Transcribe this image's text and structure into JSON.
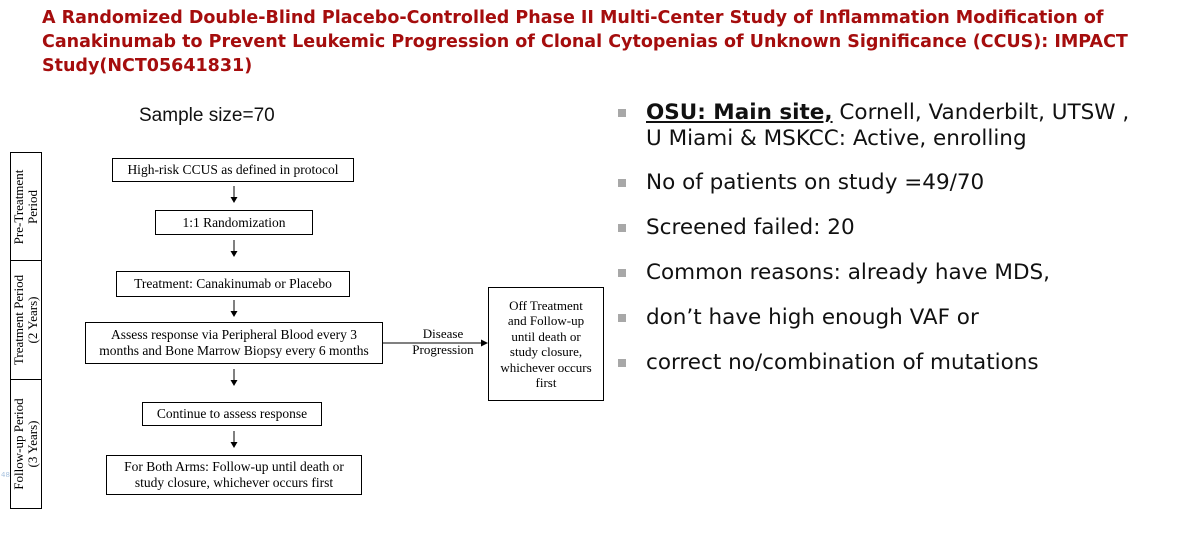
{
  "title": {
    "line1": "A Randomized Double-Blind Placebo-Controlled Phase II Multi-Center Study of Inflammation Modification of",
    "line2": "Canakinumab to Prevent Leukemic Progression of Clonal Cytopenias of Unknown Significance (CCUS): IMPACT",
    "line3": "Study(NCT05641831)",
    "color": "#a50d0d"
  },
  "diagram": {
    "sample_size": "Sample size=70",
    "phases": {
      "pre_treatment": [
        "Pre-Treatment",
        "Period"
      ],
      "treatment": [
        "Treatment Period",
        "(2 Years)"
      ],
      "follow_up": [
        "Follow-up Period",
        "(3 Years)"
      ]
    },
    "boxes": {
      "high_risk": "High-risk CCUS as defined in protocol",
      "randomization": "1:1 Randomization",
      "treatment": "Treatment: Canakinumab or Placebo",
      "assess_line1": "Assess response via Peripheral Blood every 3",
      "assess_line2": "months and Bone Marrow Biopsy every 6 months",
      "continue": "Continue to assess response",
      "followup_line1": "For Both Arms: Follow-up until death or",
      "followup_line2": "study closure, whichever occurs first",
      "off_treatment": [
        "Off Treatment",
        "and Follow-up",
        "until death or",
        "study closure,",
        "whichever occurs",
        "first"
      ]
    },
    "disease_progression": [
      "Disease",
      "Progression"
    ],
    "slide_number": "48"
  },
  "bullets": {
    "b0_bold": "OSU: Main site,",
    "b0_rest_line1": " Cornell, Vanderbilt, UTSW ,",
    "b0_line2": "U Miami & MSKCC: Active, enrolling",
    "b1": "No of patients on study =49/70",
    "b2": "Screened failed: 20",
    "b3": "Common reasons: already have MDS,",
    "b4": "don’t have high enough VAF or",
    "b5": "correct no/combination of mutations",
    "bullet_color": "#a8a8a8"
  }
}
